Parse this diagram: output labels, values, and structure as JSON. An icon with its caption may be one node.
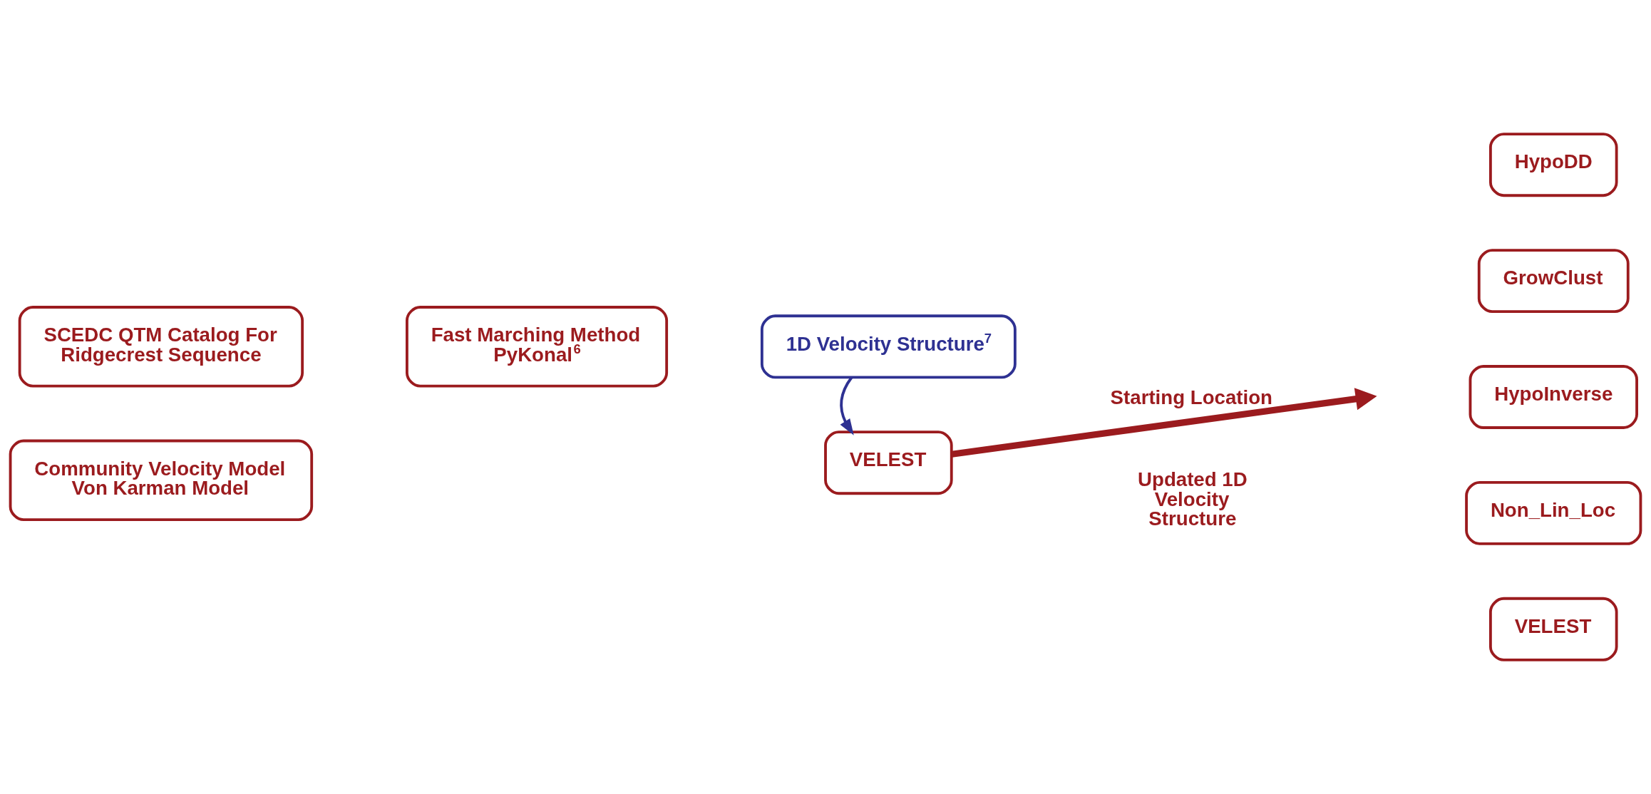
{
  "diagram": {
    "nodes": [
      {
        "text": [
          "SCEDC QTM Catalog For Ridgecrest Sequence"
        ]
      },
      {
        "text": [
          "Community Velocity Model Von Karman Model"
        ]
      },
      {
        "text": [
          "Fast Marching Method PyKonal$^{6}$"
        ]
      },
      {
        "text": [
          "1D Velocity Structure$^{7}$"
        ]
      },
      {
        "text": [
          "VELEST"
        ]
      },
      {
        "text": [
          "HypoDD"
        ]
      },
      {
        "text": [
          "GrowClust"
        ]
      },
      {
        "text": [
          "HypoInverse"
        ]
      },
      {
        "text": [
          "Non_Lin_Loc"
        ]
      },
      {
        "text": [
          "VELEST"
        ]
      }
    ],
    "edges": [
      {
        "from": 3,
        "to": 4,
        "arrow": "to",
        "color": "#2e3192"
      },
      {
        "from": 4,
        "to": null,
        "arrow": "to",
        "label": "Starting Location",
        "style": "thick",
        "color": "#9b1b1e"
      }
    ],
    "labels": [
      "Updated 1D Velocity Structure"
    ]
  }
}
